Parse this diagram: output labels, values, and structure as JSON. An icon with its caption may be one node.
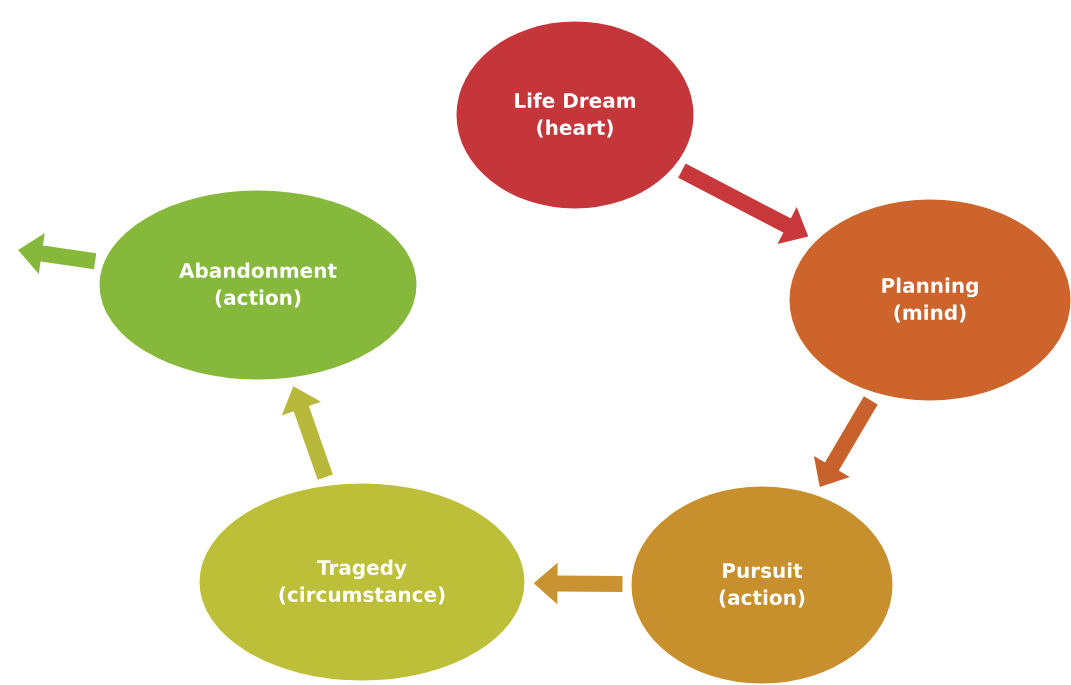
{
  "diagram": {
    "nodes": [
      {
        "text": [
          "Life Dream",
          "(heart)"
        ]
      },
      {
        "text": [
          "Planning",
          "(mind)"
        ]
      },
      {
        "text": [
          "Pursuit",
          "(action)"
        ]
      },
      {
        "text": [
          "Tragedy",
          "(circumstance)"
        ]
      },
      {
        "text": [
          "Abandonment",
          "(action)"
        ]
      }
    ],
    "edges": [
      {
        "from": 0,
        "to": 1,
        "arrow": "to",
        "color": "#c8383a"
      },
      {
        "from": 1,
        "to": 2,
        "arrow": "to",
        "color": "#c8622c"
      },
      {
        "from": 2,
        "to": 3,
        "arrow": "to",
        "color": "#c99331"
      },
      {
        "from": 3,
        "to": 4,
        "arrow": "to",
        "color": "#b8b83a"
      },
      {
        "from": 4,
        "to": null,
        "arrow": "to",
        "color": "#86b83c"
      }
    ]
  }
}
